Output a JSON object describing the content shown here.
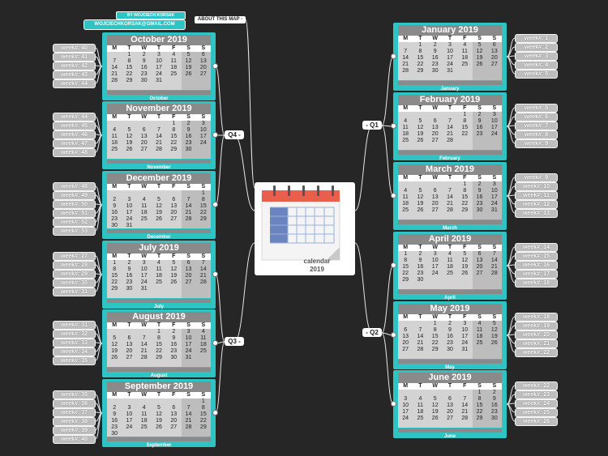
{
  "header": {
    "author": "BY WOJCIECH KORSAK",
    "email": "WOJCIECHKORSAK@GMAIL.COM",
    "about": "ABOUT THIS MAP -"
  },
  "center": {
    "title": "calendar",
    "year": "2019"
  },
  "quarters": {
    "q1": "- Q1",
    "q2": "- Q2",
    "q3": "Q3 -",
    "q4": "Q4 -"
  },
  "weekdays": [
    "M",
    "T",
    "W",
    "T",
    "F",
    "S",
    "S"
  ],
  "months": [
    {
      "id": "january",
      "title": "January 2019",
      "label": "January",
      "side": "right",
      "offset": 1,
      "days": 31,
      "weeks": [
        "week#: 1",
        "week#: 2",
        "week#: 3",
        "week#: 4",
        "week#: 5"
      ]
    },
    {
      "id": "february",
      "title": "February 2019",
      "label": "February",
      "side": "right",
      "offset": 4,
      "days": 28,
      "weeks": [
        "week#: 5",
        "week#: 6",
        "week#: 7",
        "week#: 8",
        "week#: 9"
      ]
    },
    {
      "id": "march",
      "title": "March 2019",
      "label": "March",
      "side": "right",
      "offset": 4,
      "days": 31,
      "weeks": [
        "week#: 9",
        "week#: 10",
        "week#: 11",
        "week#: 12",
        "week#: 13"
      ]
    },
    {
      "id": "april",
      "title": "April 2019",
      "label": "April",
      "side": "right",
      "offset": 0,
      "days": 30,
      "weeks": [
        "week#: 14",
        "week#: 15",
        "week#: 16",
        "week#: 17",
        "week#: 18"
      ]
    },
    {
      "id": "may",
      "title": "May 2019",
      "label": "May",
      "side": "right",
      "offset": 2,
      "days": 31,
      "weeks": [
        "week#: 18",
        "week#: 19",
        "week#: 20",
        "week#: 21",
        "week#: 22"
      ]
    },
    {
      "id": "june",
      "title": "June 2019",
      "label": "June",
      "side": "right",
      "offset": 5,
      "days": 30,
      "weeks": [
        "week#: 22",
        "week#: 23",
        "week#: 24",
        "week#: 25",
        "week#: 26"
      ]
    },
    {
      "id": "july",
      "title": "July 2019",
      "label": "July",
      "side": "left",
      "offset": 0,
      "days": 31,
      "weeks": [
        "week#: 27",
        "week#: 28",
        "week#: 29",
        "week#: 30",
        "week#: 31"
      ]
    },
    {
      "id": "august",
      "title": "August 2019",
      "label": "August",
      "side": "left",
      "offset": 3,
      "days": 31,
      "weeks": [
        "week#: 31",
        "week#: 32",
        "week#: 33",
        "week#: 34",
        "week#: 35"
      ]
    },
    {
      "id": "september",
      "title": "September 2019",
      "label": "September",
      "side": "left",
      "offset": 6,
      "days": 30,
      "weeks": [
        "week#: 35",
        "week#: 36",
        "week#: 37",
        "week#: 38",
        "week#: 39",
        "week#: 40"
      ]
    },
    {
      "id": "october",
      "title": "October 2019",
      "label": "October",
      "side": "left",
      "offset": 1,
      "days": 31,
      "weeks": [
        "week#: 40",
        "week#: 41",
        "week#: 42",
        "week#: 43",
        "week#: 44"
      ]
    },
    {
      "id": "november",
      "title": "November 2019",
      "label": "November",
      "side": "left",
      "offset": 4,
      "days": 30,
      "weeks": [
        "week#: 44",
        "week#: 45",
        "week#: 46",
        "week#: 47",
        "week#: 48"
      ]
    },
    {
      "id": "december",
      "title": "December 2019",
      "label": "December",
      "side": "left",
      "offset": 6,
      "days": 31,
      "weeks": [
        "week#: 48",
        "week#: 49",
        "week#: 50",
        "week#: 51",
        "week#: 52",
        "week#: 53"
      ]
    }
  ],
  "colors": {
    "accent": "#2ec4c4",
    "background": "#262626",
    "calendar_icon_header": "#e8604c",
    "calendar_icon_block": "#6a84c0"
  }
}
